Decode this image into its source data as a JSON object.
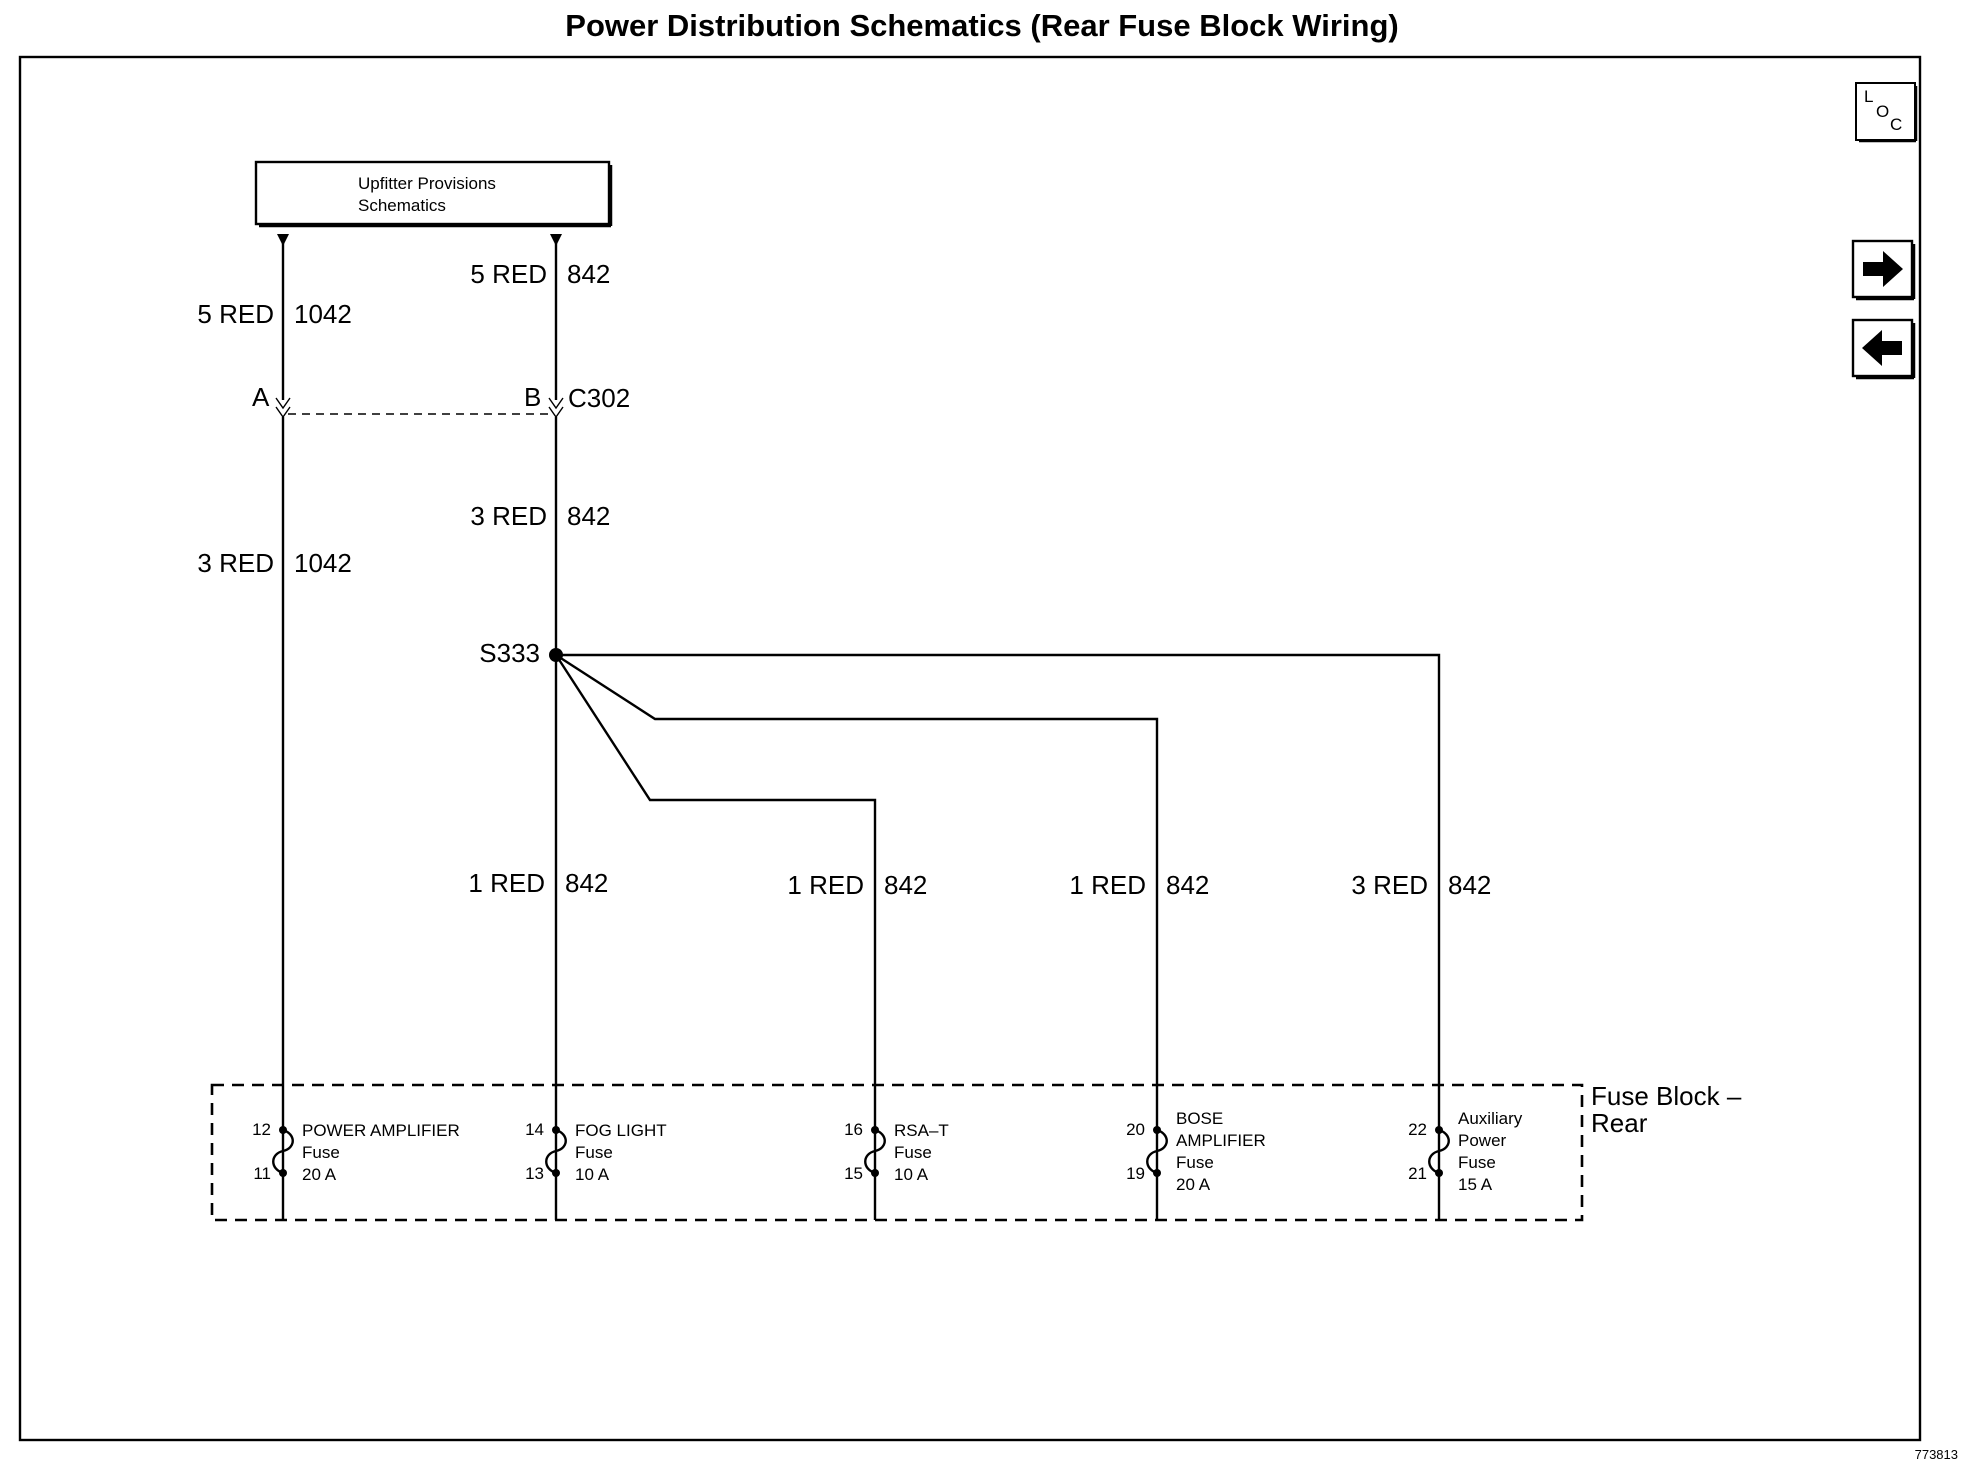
{
  "title": "Power Distribution Schematics (Rear Fuse Block Wiring)",
  "figure_number": "773813",
  "upfitter_box": {
    "line1": "Upfitter Provisions",
    "line2": "Schematics"
  },
  "icons": {
    "loc": "loc-icon",
    "next": "arrow-right-icon",
    "prev": "arrow-left-icon"
  },
  "loc_icon": {
    "l": "L",
    "o": "O",
    "c": "C"
  },
  "connector": {
    "name": "C302",
    "pin_a": "A",
    "pin_b": "B"
  },
  "splice": {
    "name": "S333"
  },
  "wires": {
    "left_top": {
      "size_color": "5 RED",
      "circuit": "1042"
    },
    "left_bottom": {
      "size_color": "3 RED",
      "circuit": "1042"
    },
    "center_top": {
      "size_color": "5 RED",
      "circuit": "842"
    },
    "center_mid": {
      "size_color": "3 RED",
      "circuit": "842"
    },
    "branch_fog": {
      "size_color": "1 RED",
      "circuit": "842"
    },
    "branch_rsa": {
      "size_color": "1 RED",
      "circuit": "842"
    },
    "branch_bose": {
      "size_color": "1 RED",
      "circuit": "842"
    },
    "branch_aux": {
      "size_color": "3 RED",
      "circuit": "842"
    }
  },
  "fuse_block": {
    "label_line1": "Fuse Block –",
    "label_line2": "Rear",
    "fuses": [
      {
        "pin_top": "12",
        "pin_bottom": "11",
        "lines": [
          "POWER AMPLIFIER",
          "Fuse",
          "20 A"
        ]
      },
      {
        "pin_top": "14",
        "pin_bottom": "13",
        "lines": [
          "FOG LIGHT",
          "Fuse",
          "10 A"
        ]
      },
      {
        "pin_top": "16",
        "pin_bottom": "15",
        "lines": [
          "RSA–T",
          "Fuse",
          "10 A"
        ]
      },
      {
        "pin_top": "20",
        "pin_bottom": "19",
        "lines": [
          "BOSE",
          "AMPLIFIER",
          "Fuse",
          "20 A"
        ]
      },
      {
        "pin_top": "22",
        "pin_bottom": "21",
        "lines": [
          "Auxiliary",
          "Power",
          "Fuse",
          "15 A"
        ]
      }
    ]
  }
}
